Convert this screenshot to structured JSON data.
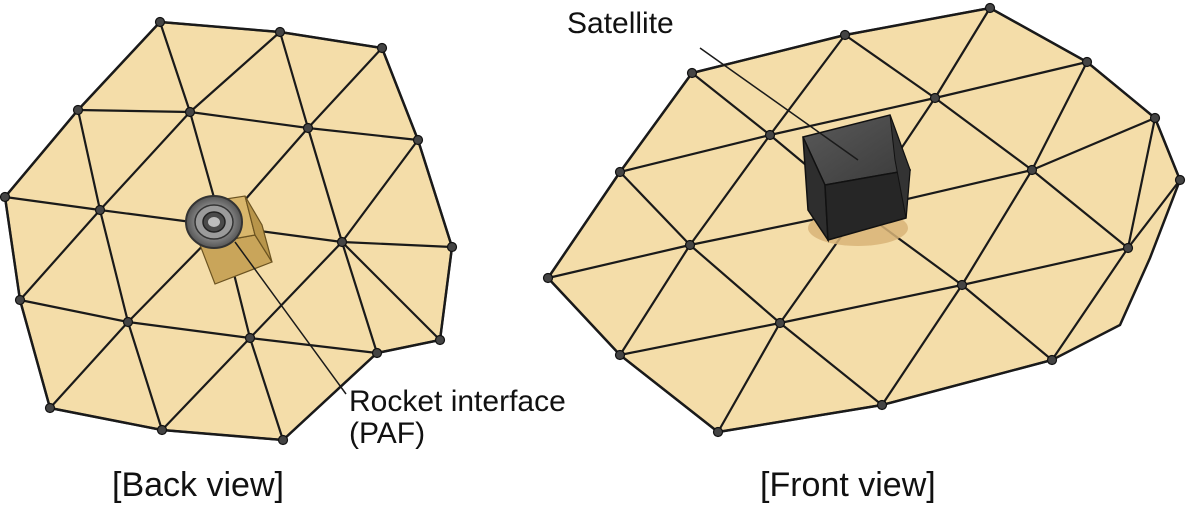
{
  "views": {
    "back_caption": "[Back view]",
    "front_caption": "[Front view]"
  },
  "callouts": {
    "satellite": "Satellite",
    "rocket_interface_line1": "Rocket interface",
    "rocket_interface_line2": "(PAF)"
  },
  "colors": {
    "panel_fill": "#f3d9a0",
    "panel_stroke": "#1a1a1a",
    "cube_dark": "#2b2b2b",
    "paf_gray": "#7d7d7d",
    "adapter_brown": "#c9a55a",
    "background": "#ffffff"
  }
}
